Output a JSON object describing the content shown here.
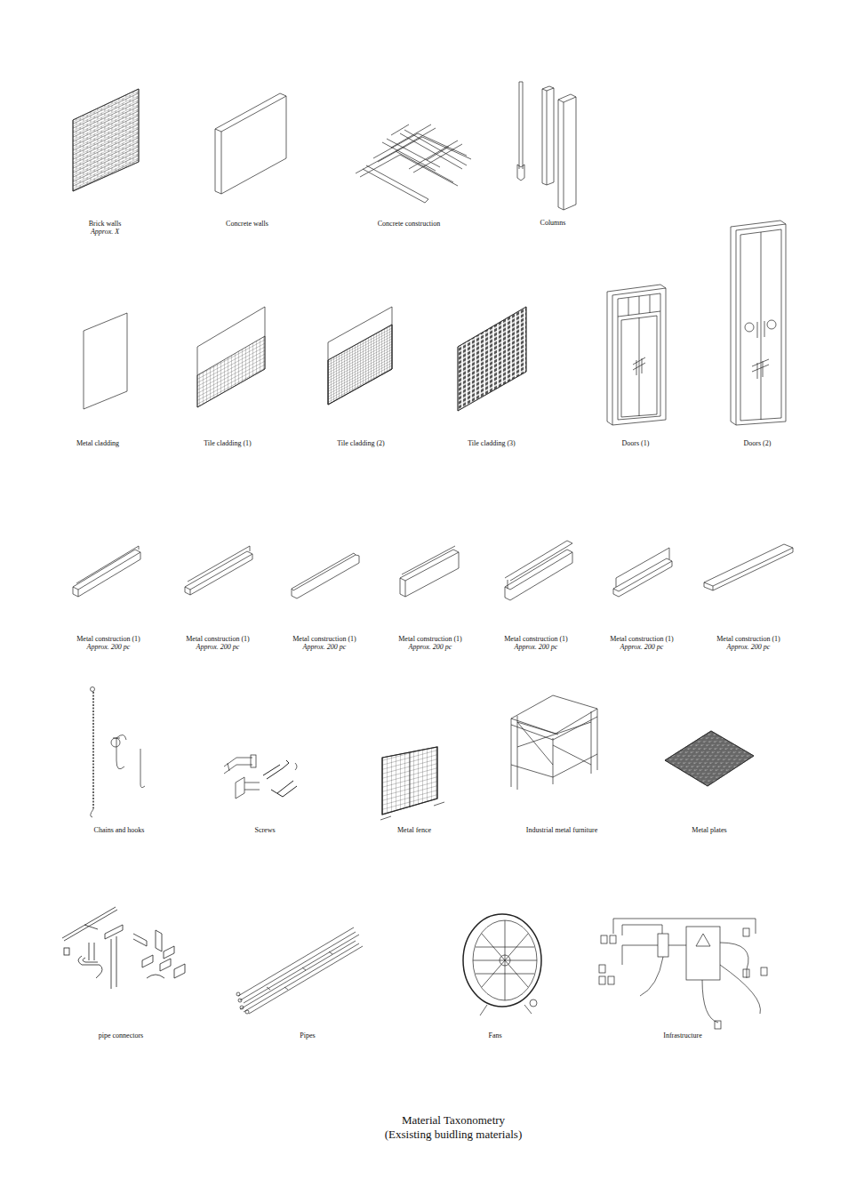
{
  "diagram": {
    "title": "Material Taxonometry",
    "caption": "(Exsisting buidling materials)",
    "labels": [
      "Brick walls",
      "Approx. X",
      "Concrete walls",
      "Concrete construction",
      "Columns",
      "Metal cladding",
      "Tile cladding (1)",
      "Tile cladding (2)",
      "Tile cladding (3)",
      "Doors (1)",
      "Doors (2)",
      "Metal construction (1)",
      "Approx. 200 pc",
      "Metal construction (1)",
      "Approx. 200 pc",
      "Metal construction (1)",
      "Approx. 200 pc",
      "Metal construction (1)",
      "Approx. 200 pc",
      "Metal construction (1)",
      "Approx. 200 pc",
      "Metal construction (1)",
      "Approx. 200 pc",
      "Metal construction (1)",
      "Approx. 200 pc",
      "Chains and hooks",
      "Screws",
      "Metal fence",
      "Industrial metal furniture",
      "Metal plates",
      "pipe connectors",
      "Pipes",
      "Fans",
      "Infrastructure"
    ]
  }
}
